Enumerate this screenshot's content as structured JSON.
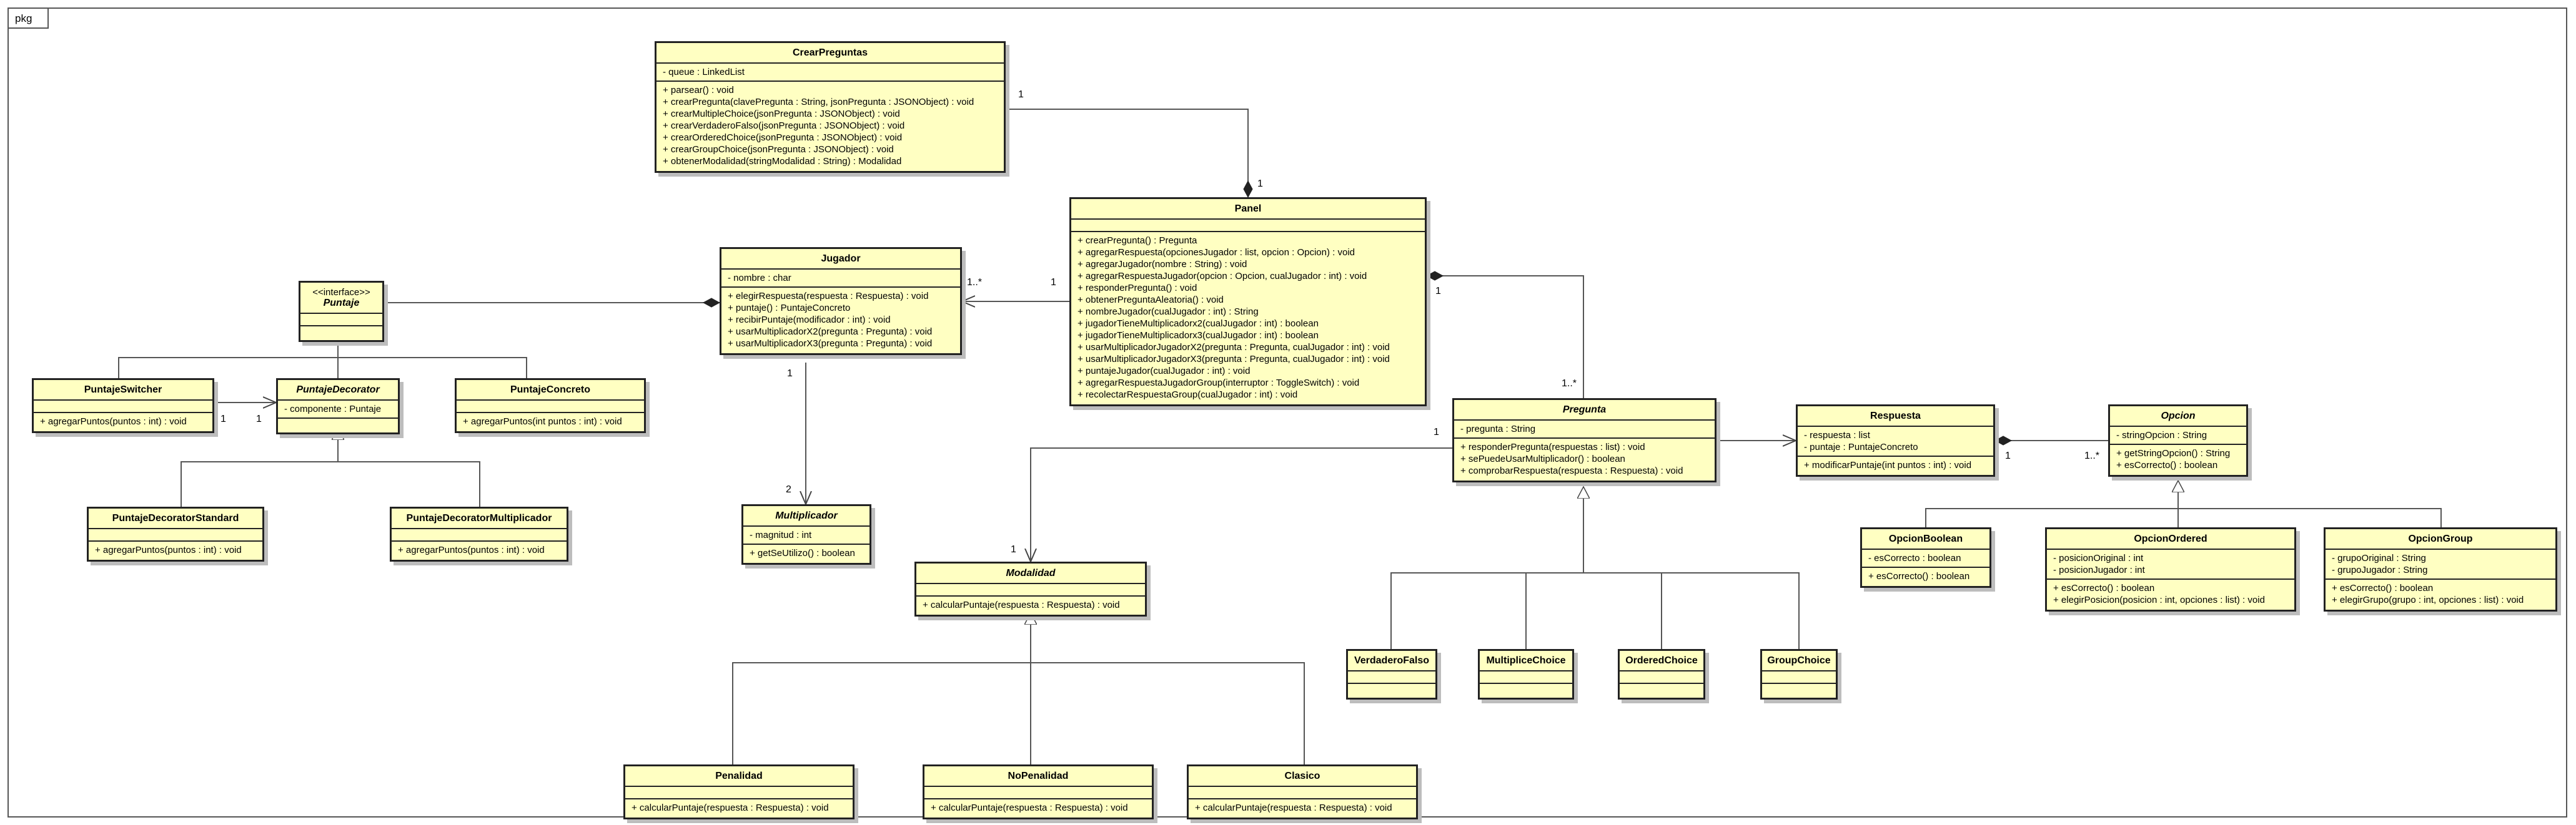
{
  "package": "pkg",
  "classes": {
    "crearPreguntas": {
      "name": "CrearPreguntas",
      "attrs": [
        "- queue : LinkedList"
      ],
      "ops": [
        "+ parsear() : void",
        "+ crearPregunta(clavePregunta : String, jsonPregunta : JSONObject) : void",
        "+ crearMultipleChoice(jsonPregunta : JSONObject) : void",
        "+ crearVerdaderoFalso(jsonPregunta : JSONObject) : void",
        "+ crearOrderedChoice(jsonPregunta : JSONObject) : void",
        "+ crearGroupChoice(jsonPregunta : JSONObject) : void",
        "+ obtenerModalidad(stringModalidad : String) : Modalidad"
      ]
    },
    "panel": {
      "name": "Panel",
      "attrs": [],
      "ops": [
        "+ crearPregunta() : Pregunta",
        "+ agregarRespuesta(opcionesJugador : list, opcion : Opcion) : void",
        "+ agregarJugador(nombre : String) : void",
        "+ agregarRespuestaJugador(opcion : Opcion, cualJugador : int) : void",
        "+ responderPregunta() : void",
        "+ obtenerPreguntaAleatoria() : void",
        "+ nombreJugador(cualJugador : int) : String",
        "+ jugadorTieneMultiplicadorx2(cualJugador : int) : boolean",
        "+ jugadorTieneMultiplicadorx3(cualJugador : int) : boolean",
        "+ usarMultiplicadorJugadorX2(pregunta : Pregunta, cualJugador : int) : void",
        "+ usarMultiplicadorJugadorX3(pregunta : Pregunta, cualJugador : int) : void",
        "+ puntajeJugador(cualJugador : int) : void",
        "+ agregarRespuestaJugadorGroup(interruptor : ToggleSwitch) : void",
        "+ recolectarRespuestaGroup(cualJugador : int) : void"
      ]
    },
    "jugador": {
      "name": "Jugador",
      "attrs": [
        "- nombre : char"
      ],
      "ops": [
        "+ elegirRespuesta(respuesta : Respuesta) : void",
        "+ puntaje() : PuntajeConcreto",
        "+ recibirPuntaje(modificador : int) : void",
        "+ usarMultiplicadorX2(pregunta : Pregunta) : void",
        "+ usarMultiplicadorX3(pregunta : Pregunta) : void"
      ]
    },
    "puntaje": {
      "stereotype": "<<interface>>",
      "name": "Puntaje",
      "attrs": [],
      "ops": []
    },
    "puntajeSwitcher": {
      "name": "PuntajeSwitcher",
      "attrs": [],
      "ops": [
        "+ agregarPuntos(puntos : int) : void"
      ]
    },
    "puntajeDecorator": {
      "name": "PuntajeDecorator",
      "attrs": [
        "- componente : Puntaje"
      ],
      "ops": []
    },
    "puntajeConcreto": {
      "name": "PuntajeConcreto",
      "attrs": [],
      "ops": [
        "+ agregarPuntos(int puntos : int) : void"
      ]
    },
    "puntajeDecoratorStandard": {
      "name": "PuntajeDecoratorStandard",
      "attrs": [],
      "ops": [
        "+ agregarPuntos(puntos : int) : void"
      ]
    },
    "puntajeDecoratorMultiplicador": {
      "name": "PuntajeDecoratorMultiplicador",
      "attrs": [],
      "ops": [
        "+ agregarPuntos(puntos : int) : void"
      ]
    },
    "multiplicador": {
      "name": "Multiplicador",
      "attrs": [
        "- magnitud : int"
      ],
      "ops": [
        "+ getSeUtilizo() : boolean"
      ]
    },
    "modalidad": {
      "name": "Modalidad",
      "attrs": [],
      "ops": [
        "+ calcularPuntaje(respuesta : Respuesta) : void"
      ]
    },
    "penalidad": {
      "name": "Penalidad",
      "attrs": [],
      "ops": [
        "+ calcularPuntaje(respuesta : Respuesta) : void"
      ]
    },
    "noPenalidad": {
      "name": "NoPenalidad",
      "attrs": [],
      "ops": [
        "+ calcularPuntaje(respuesta : Respuesta) : void"
      ]
    },
    "clasico": {
      "name": "Clasico",
      "attrs": [],
      "ops": [
        "+ calcularPuntaje(respuesta : Respuesta) : void"
      ]
    },
    "pregunta": {
      "name": "Pregunta",
      "attrs": [
        "- pregunta : String"
      ],
      "ops": [
        "+ responderPregunta(respuestas : list) : void",
        "+ sePuedeUsarMultiplicador() : boolean",
        "+ comprobarRespuesta(respuesta : Respuesta) : void"
      ]
    },
    "verdaderoFalso": {
      "name": "VerdaderoFalso",
      "attrs": [],
      "ops": []
    },
    "multipliceChoice": {
      "name": "MultipliceChoice",
      "attrs": [],
      "ops": []
    },
    "orderedChoice": {
      "name": "OrderedChoice",
      "attrs": [],
      "ops": []
    },
    "groupChoice": {
      "name": "GroupChoice",
      "attrs": [],
      "ops": []
    },
    "respuesta": {
      "name": "Respuesta",
      "attrs": [
        "- respuesta : list",
        "- puntaje : PuntajeConcreto"
      ],
      "ops": [
        "+ modificarPuntaje(int puntos : int) : void"
      ]
    },
    "opcion": {
      "name": "Opcion",
      "attrs": [
        "- stringOpcion : String"
      ],
      "ops": [
        "+ getStringOpcion() : String",
        "+ esCorrecto() : boolean"
      ]
    },
    "opcionBoolean": {
      "name": "OpcionBoolean",
      "attrs": [
        "- esCorrecto : boolean"
      ],
      "ops": [
        "+ esCorrecto() : boolean"
      ]
    },
    "opcionOrdered": {
      "name": "OpcionOrdered",
      "attrs": [
        "- posicionOriginal : int",
        "- posicionJugador : int"
      ],
      "ops": [
        "+ esCorrecto() : boolean",
        "+ elegirPosicion(posicion : int, opciones : list) : void"
      ]
    },
    "opcionGroup": {
      "name": "OpcionGroup",
      "attrs": [
        "- grupoOriginal : String",
        "- grupoJugador : String"
      ],
      "ops": [
        "+ esCorrecto() : boolean",
        "+ elegirGrupo(grupo : int, opciones : list) : void"
      ]
    }
  },
  "multiplicities": {
    "crear_panel_a": "1",
    "crear_panel_b": "1",
    "panel_jugador_a": "1..*",
    "panel_jugador_b": "1",
    "panel_pregunta_a": "1",
    "panel_pregunta_b": "1..*",
    "jugador_mult_a": "1",
    "jugador_mult_b": "2",
    "switcher_dec_a": "1",
    "switcher_dec_b": "1",
    "pregunta_modalidad_a": "1",
    "pregunta_modalidad_b": "1",
    "respuesta_opcion_a": "1",
    "respuesta_opcion_b": "1..*"
  }
}
